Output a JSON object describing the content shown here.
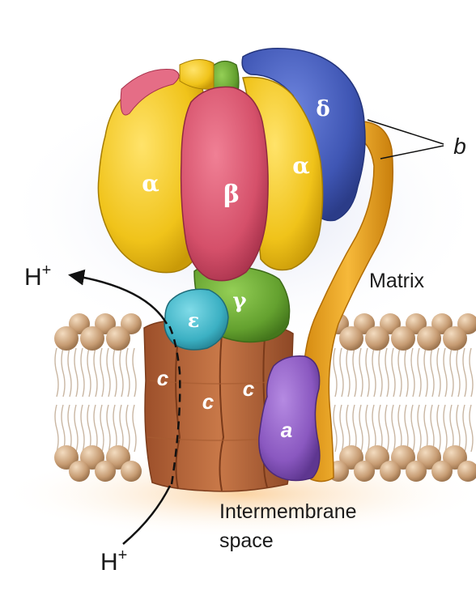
{
  "colors": {
    "alpha": "#f2c81d",
    "beta": "#d9556e",
    "gamma": "#6aa634",
    "delta": "#3f56b4",
    "epsilon": "#3fb3c6",
    "a_subunit": "#8c5bc2",
    "b_stalk": "#eba21e",
    "c_ring": "#b9653a",
    "lipid_head": "#cfa882",
    "matrix_glow": "#dfe4f4",
    "intermembrane_glow": "#fbd9ad"
  },
  "labels": {
    "alpha_left": "α",
    "alpha_right": "α",
    "beta": "β",
    "gamma": "γ",
    "delta": "δ",
    "epsilon": "ε",
    "c1": "c",
    "c2": "c",
    "c3": "c",
    "a": "a",
    "b": "b",
    "matrix": "Matrix",
    "intermembrane_line1": "Intermembrane",
    "intermembrane_line2": "space",
    "h_top": "H",
    "h_top_charge": "+",
    "h_bottom": "H",
    "h_bottom_charge": "+"
  }
}
